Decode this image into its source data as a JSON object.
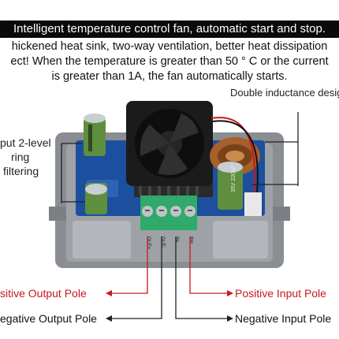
{
  "banner": "Intelligent temperature control fan, automatic start and stop.",
  "description": {
    "line1": "hickened heat sink, two-way ventilation, better heat dissipation",
    "line2": "ect! When the temperature is greater than 50 ° C or the current",
    "line3": "is greater than 1A, the fan automatically starts."
  },
  "labels": {
    "double_inductance": "Double inductance desig",
    "output_filter_1": "put 2-level",
    "output_filter_2": "ring",
    "output_filter_3": "filtering",
    "positive_output": "sitive Output Pole",
    "negative_output": "egative Output Pole",
    "positive_input": "Positive Input Pole",
    "negative_input": "Negative Input Pole"
  },
  "terminal_labels": [
    "OUT+",
    "OUT-",
    "IN-",
    "IN+"
  ],
  "capacitor_label": "35V 220uF",
  "colors": {
    "banner_bg": "#0a0a0a",
    "positive_label": "#c8191c",
    "negative_label": "#222222",
    "board": "#1c4f9e",
    "terminal": "#2faa6a",
    "capacitor": "#5f8f3e",
    "case": "#8a8d92"
  }
}
